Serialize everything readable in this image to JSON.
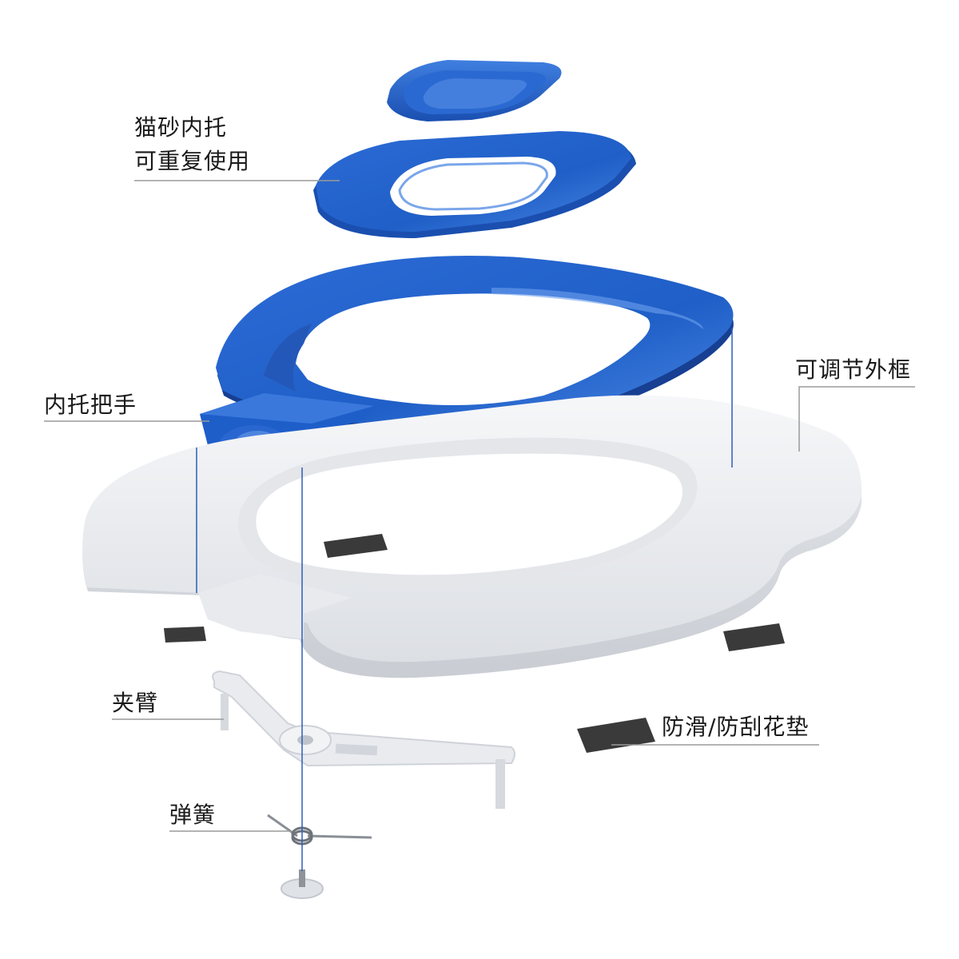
{
  "labels": {
    "litter_tray_line1": "猫砂内托",
    "litter_tray_line2": "可重复使用",
    "tray_handle": "内托把手",
    "adjustable_frame": "可调节外框",
    "clamp_arm": "夹臂",
    "anti_slip_pad": "防滑/防刮花垫",
    "spring": "弹簧"
  },
  "colors": {
    "blue": "#1f5fc7",
    "blue_dark": "#123f8f",
    "blue_light": "#4d86e0",
    "white_part": "#f1f2f4",
    "white_shade": "#d7dadf",
    "pad": "#3a3a3a",
    "leader_line": "#9a9a9a",
    "guide_line": "#2b5fb8"
  }
}
